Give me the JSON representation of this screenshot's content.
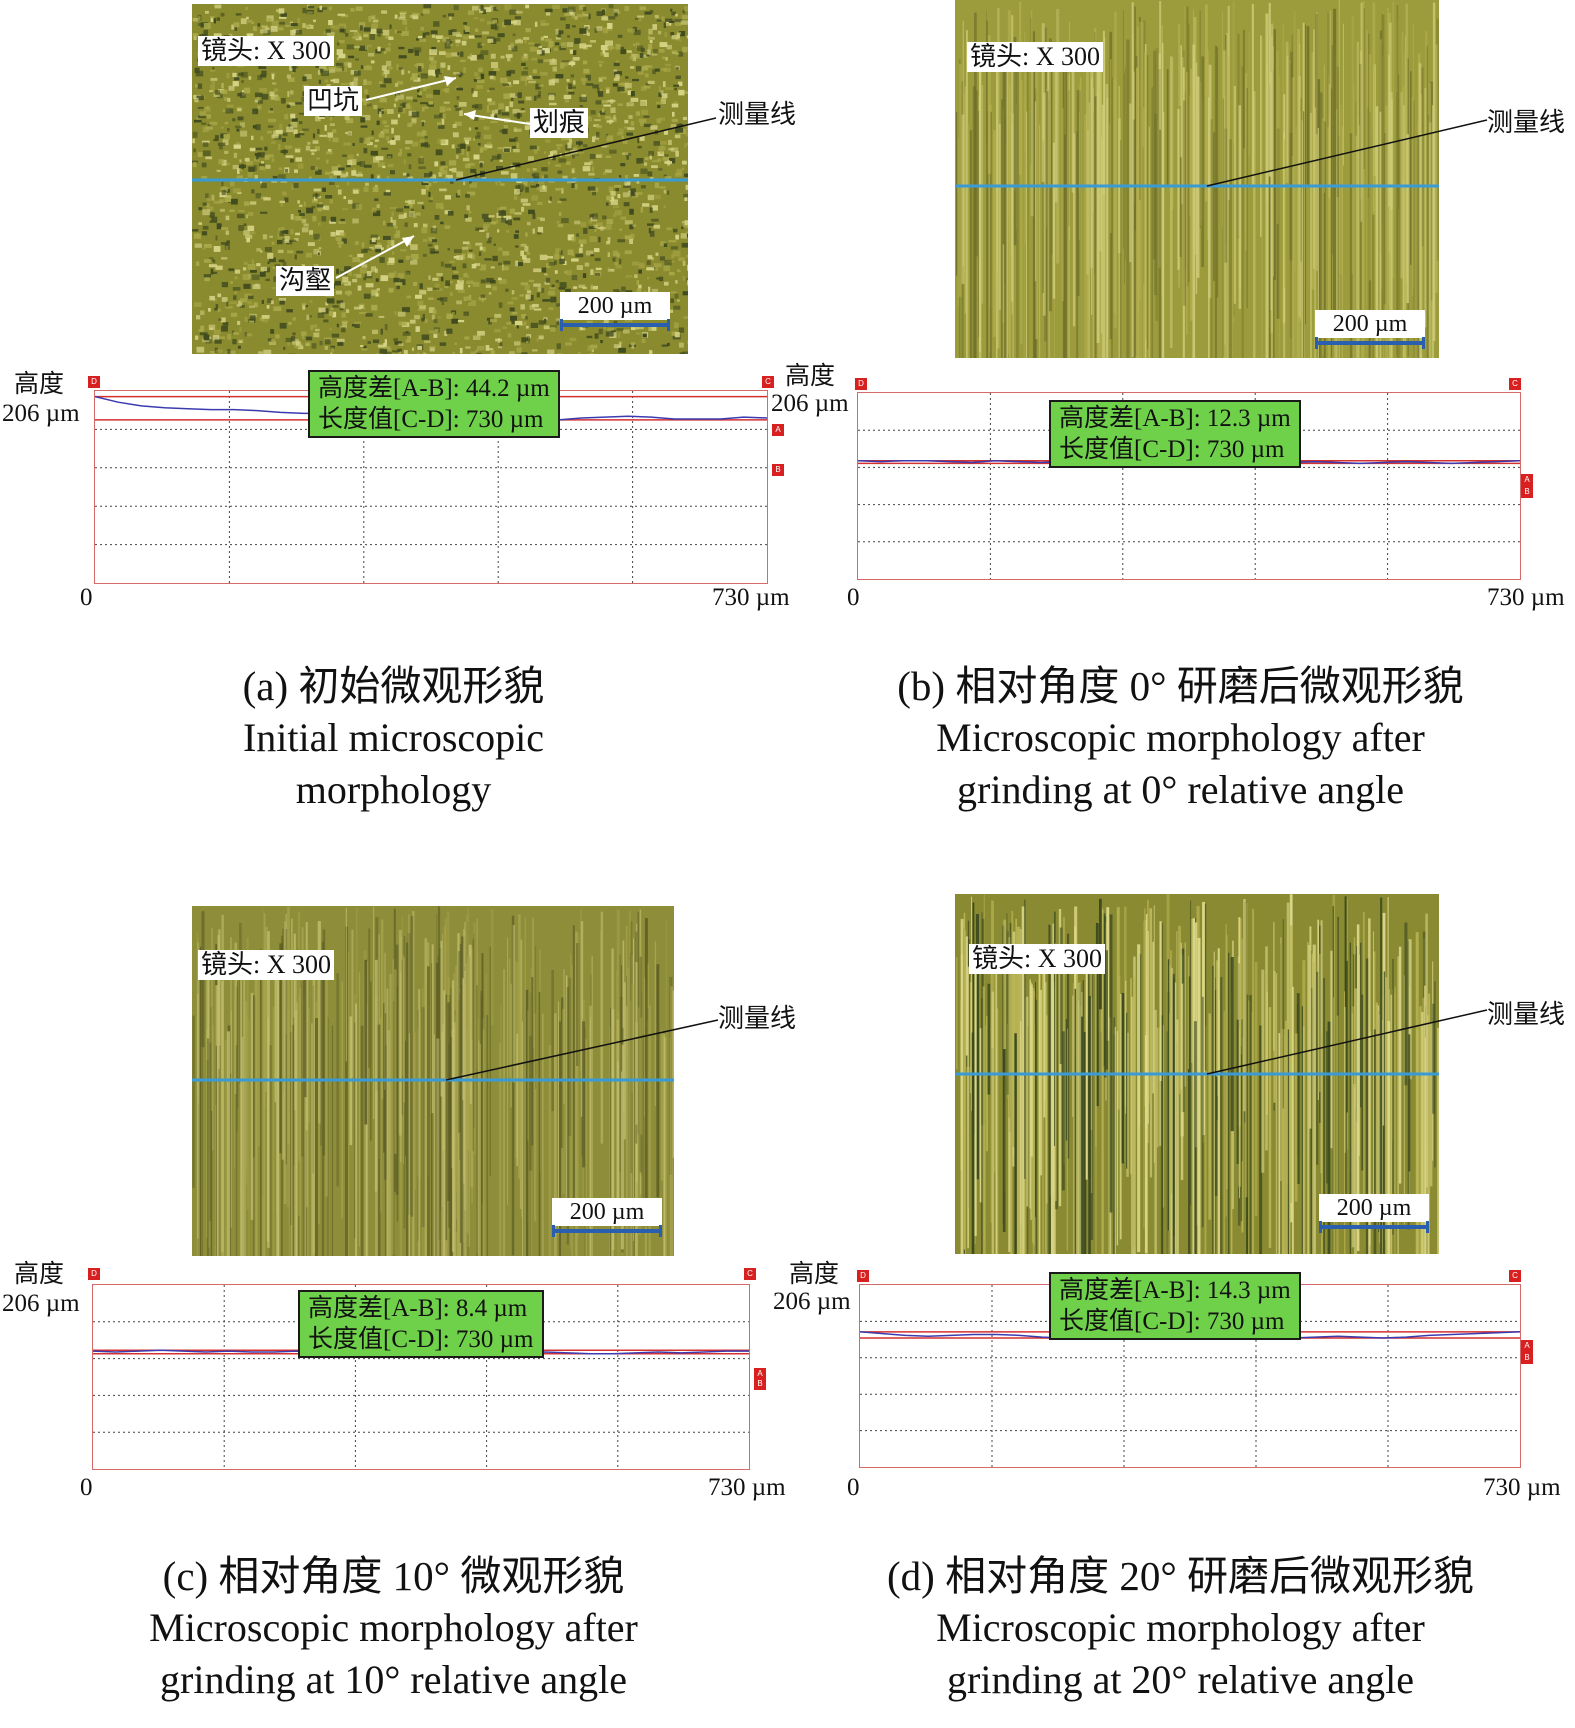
{
  "panels": [
    {
      "id": "a",
      "lens": "镜头: X 300",
      "annotations": [
        "凹坑",
        "划痕",
        "沟壑"
      ],
      "measure_line_label": "测量线",
      "scale_bar": "200 µm",
      "height_label": "高度",
      "y_max": "206 µm",
      "x_min": "0",
      "x_max": "730 µm",
      "height_diff": "高度差[A-B]: 44.2 µm",
      "length_value": "长度值[C-D]: 730 µm",
      "caption_zh": "(a) 初始微观形貌",
      "caption_en": [
        "Initial microscopic",
        "morphology"
      ],
      "texture_colors": [
        "#8a8a2e",
        "#a8a84a",
        "#3f4a1f",
        "#d6d486"
      ],
      "profile": [
        200,
        194,
        190,
        188,
        187,
        186,
        186,
        185,
        183,
        182,
        182,
        181,
        180,
        181,
        179,
        175,
        176,
        177,
        176,
        176,
        175,
        177,
        178,
        179,
        178,
        176,
        176,
        176,
        178,
        177
      ]
    },
    {
      "id": "b",
      "lens": "镜头: X 300",
      "measure_line_label": "测量线",
      "scale_bar": "200 µm",
      "height_label": "高度",
      "y_max": "206 µm",
      "x_min": "0",
      "x_max": "730 µm",
      "height_diff": "高度差[A-B]: 12.3 µm",
      "length_value": "长度值[C-D]: 730 µm",
      "caption_zh": "(b) 相对角度 0° 研磨后微观形貌",
      "caption_en": [
        "Microscopic morphology after",
        "grinding at 0° relative angle"
      ],
      "texture_colors": [
        "#9c9c3c",
        "#b4b050",
        "#6e6e2a",
        "#d2cf7c"
      ],
      "profile": [
        131,
        130,
        131,
        131,
        130,
        129,
        131,
        130,
        129,
        130,
        131,
        130,
        129,
        128,
        129,
        130,
        129,
        130,
        128,
        129,
        130,
        129,
        128,
        129,
        130,
        129,
        128,
        129,
        130,
        131
      ]
    },
    {
      "id": "c",
      "lens": "镜头: X 300",
      "measure_line_label": "测量线",
      "scale_bar": "200 µm",
      "height_label": "高度",
      "y_max": "206 µm",
      "x_min": "0",
      "x_max": "730 µm",
      "height_diff": "高度差[A-B]: 8.4 µm",
      "length_value": "长度值[C-D]: 730 µm",
      "caption_zh": "(c) 相对角度 10° 微观形貌",
      "caption_en": [
        "Microscopic morphology after",
        "grinding at 10° relative angle"
      ],
      "texture_colors": [
        "#8e8e3a",
        "#a6a44c",
        "#5c5c24",
        "#c4c070"
      ],
      "profile": [
        132,
        131,
        132,
        133,
        132,
        131,
        132,
        131,
        131,
        132,
        131,
        131,
        132,
        131,
        132,
        131,
        131,
        130,
        131,
        130,
        131,
        130,
        129,
        129,
        130,
        131,
        130,
        131,
        132,
        132
      ]
    },
    {
      "id": "d",
      "lens": "镜头: X 300",
      "measure_line_label": "测量线",
      "scale_bar": "200 µm",
      "height_label": "高度",
      "y_max": "206 µm",
      "x_min": "0",
      "x_max": "730 µm",
      "height_diff": "高度差[A-B]: 14.3 µm",
      "length_value": "长度值[C-D]: 730 µm",
      "caption_zh": "(d) 相对角度 20° 研磨后微观形貌",
      "caption_en": [
        "Microscopic morphology after",
        "grinding at 20° relative angle"
      ],
      "texture_colors": [
        "#8a8a32",
        "#b8b454",
        "#3c4a1e",
        "#dcd888"
      ],
      "profile": [
        153,
        151,
        149,
        148,
        149,
        150,
        150,
        149,
        147,
        146,
        147,
        148,
        147,
        146,
        147,
        148,
        147,
        148,
        147,
        146,
        147,
        148,
        147,
        146,
        147,
        149,
        150,
        151,
        152,
        153
      ]
    }
  ],
  "colors": {
    "measure_line": "#3a9ad6",
    "profile": "#3b3bb0",
    "ref_lines": "#d43030",
    "frame": "#d46a6a",
    "box_fill": "#6fd14a"
  }
}
